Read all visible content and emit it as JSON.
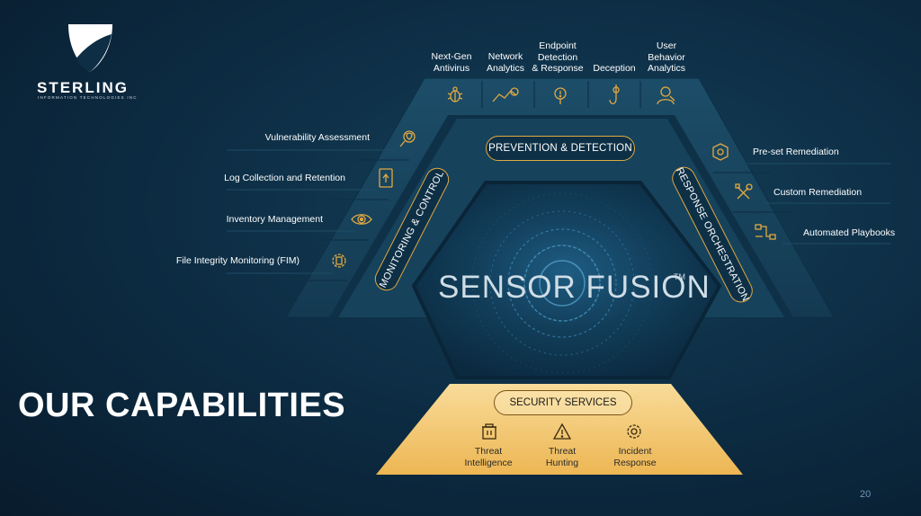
{
  "brand": {
    "name": "STERLING",
    "tagline": "INFORMATION TECHNOLOGIES INC"
  },
  "slide_title": "OUR CAPABILITIES",
  "center": {
    "title": "SENSOR FUSION",
    "trademark": "TM"
  },
  "top_band": {
    "label": "PREVENTION & DETECTION",
    "items": [
      {
        "label": "Next-Gen\nAntivirus",
        "icon": "bug-icon"
      },
      {
        "label": "Network\nAnalytics",
        "icon": "chart-icon"
      },
      {
        "label": "Endpoint\nDetection\n& Response",
        "icon": "endpoint-icon"
      },
      {
        "label": "Deception",
        "icon": "hook-icon"
      },
      {
        "label": "User\nBehavior\nAnalytics",
        "icon": "user-icon"
      }
    ]
  },
  "left_band": {
    "label": "MONITORING & CONTROL",
    "items": [
      {
        "label": "Vulnerability Assessment",
        "icon": "magnify-shield-icon"
      },
      {
        "label": "Log Collection and Retention",
        "icon": "log-icon"
      },
      {
        "label": "Inventory Management",
        "icon": "eye-icon"
      },
      {
        "label": "File Integrity Monitoring (FIM)",
        "icon": "gear-file-icon"
      }
    ]
  },
  "right_band": {
    "label": "RESPONSE ORCHESTRATION",
    "items": [
      {
        "label": "Pre-set Remediation",
        "icon": "box-gear-icon"
      },
      {
        "label": "Custom Remediation",
        "icon": "tools-icon"
      },
      {
        "label": "Automated Playbooks",
        "icon": "flow-icon"
      }
    ]
  },
  "bottom_band": {
    "label": "SECURITY SERVICES",
    "items": [
      {
        "label": "Threat\nIntelligence",
        "icon": "building-icon"
      },
      {
        "label": "Threat\nHunting",
        "icon": "warning-icon"
      },
      {
        "label": "Incident\nResponse",
        "icon": "gear-icon"
      }
    ]
  },
  "page_number": "20",
  "colors": {
    "accent": "#e2a941",
    "background": "#0d2e45",
    "band": "#17425c",
    "services": "#f1c66c"
  }
}
